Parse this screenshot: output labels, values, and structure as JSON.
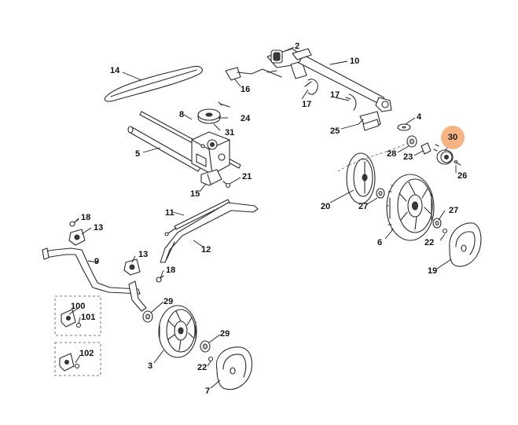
{
  "highlight_color": "#f6b17c",
  "highlighted_label": "30",
  "labels": {
    "l2": "2",
    "l10": "10",
    "l14": "14",
    "l16": "16",
    "l17a": "17",
    "l17b": "17",
    "l8": "8",
    "l24": "24",
    "l31": "31",
    "l4": "4",
    "l25": "25",
    "l5": "5",
    "l28": "28",
    "l23": "23",
    "l30": "30",
    "l21": "21",
    "l15": "15",
    "l26": "26",
    "l20": "20",
    "l27a": "27",
    "l11": "11",
    "l18a": "18",
    "l13a": "13",
    "l6": "6",
    "l27b": "27",
    "l12": "12",
    "l9": "9",
    "l22a": "22",
    "l13b": "13",
    "l18b": "18",
    "l19": "19",
    "l100": "100",
    "l29a": "29",
    "l101": "101",
    "l102": "102",
    "l29b": "29",
    "l3": "3",
    "l22b": "22",
    "l7": "7"
  }
}
